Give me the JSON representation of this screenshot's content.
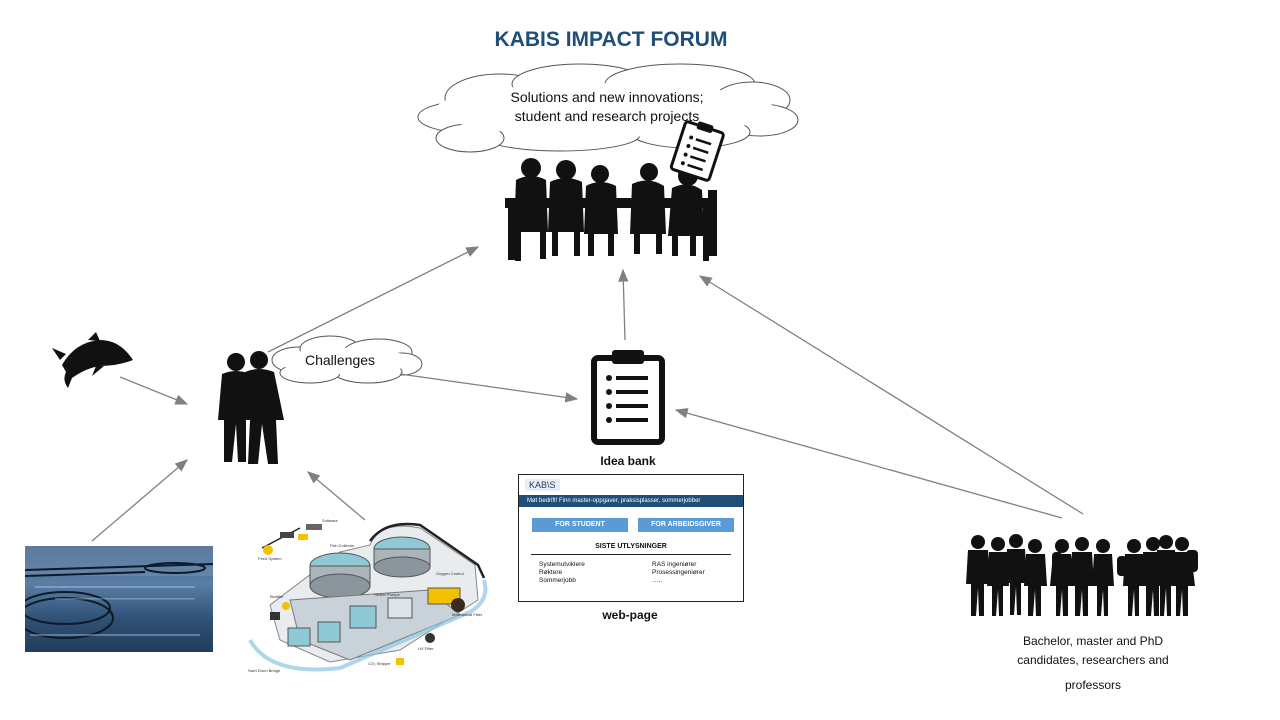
{
  "title": "KABIS IMPACT FORUM",
  "top_cloud": {
    "line1": "Solutions and new innovations;",
    "line2": "student and research projects"
  },
  "challenges_cloud": {
    "label": "Challenges"
  },
  "idea_bank": {
    "label": "Idea bank"
  },
  "web_page": {
    "label": "web-page",
    "logo": "KAB\\S",
    "banner": "Møt bedrift! Finn master-oppgaver,   praksisplasser,  sommerjobber",
    "btn_student": "FOR STUDENT",
    "btn_employer": "FOR ARBEIDSGIVER",
    "heading": "SISTE UTLYSNINGER",
    "col1": [
      "Systemutviklere",
      "Røktere",
      "Sommerjobb"
    ],
    "col2": [
      "RAS ingeniører",
      "Prosessingeniører",
      "….."
    ]
  },
  "people_group": {
    "line1": "Bachelor, master and PhD",
    "line2": "candidates, researchers and",
    "line3": "professors"
  },
  "ras_diagram": {
    "labels": [
      "Software",
      "Feed System",
      "Fish Collector",
      "Oxygen Control",
      "Heater Pumps",
      "Biofilter",
      "Mechanical Filter",
      "UV Filter",
      "CO₂ Stripper",
      "Swirl Drum Bridge"
    ]
  },
  "colors": {
    "title": "#1f4e79",
    "arrow": "#808080",
    "silhouette": "#111111",
    "banner": "#1f4e79",
    "button": "#5b9bd5"
  },
  "icons": [
    "fish-icon",
    "two-people-icon",
    "meeting-table-icon",
    "clipboard-icon",
    "students-group-icon"
  ]
}
